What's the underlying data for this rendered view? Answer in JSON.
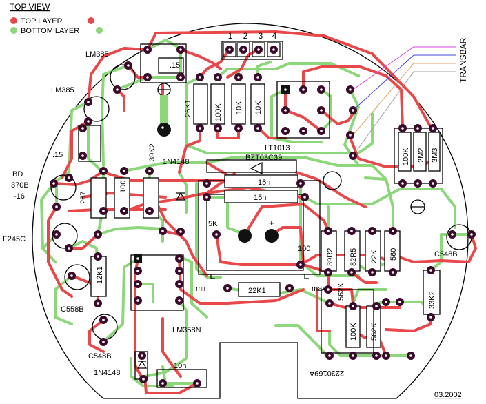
{
  "legend": {
    "title": "TOP VIEW",
    "top_layer": "TOP LAYER",
    "bottom_layer": "BOTTOM LAYER",
    "top_color": "#e8484a",
    "bottom_color": "#8cd77a"
  },
  "connector_pins": [
    "1",
    "2",
    "3",
    "4"
  ],
  "transbar_label": "TRANSBAR",
  "wire_colors": [
    "#e040e0",
    "#4040e0",
    "#e0a060",
    "#a0a0a0"
  ],
  "date": "03.2002",
  "part_number": "2230169A",
  "labels": {
    "lm385_a": "LM385",
    "lm385_b": "LM385",
    "cap_015_a": ".15",
    "cap_015_b": ".15",
    "r_26k1": "26K1",
    "r_100k_a": "100K",
    "r_10k_a": "10K",
    "r_10k_b": "10K",
    "lt1013": "LT1013",
    "bd_l1": "BD",
    "bd_l2": "370B",
    "bd_l3": "-16",
    "r_267": "267",
    "r_100_a": "100",
    "r_39k2": "39K2",
    "d_1n4148_a": "1N4148",
    "zener": "BZT03C39",
    "c_15n_a": "15n",
    "c_15n_b": "15n",
    "r_100k_b": "100K",
    "r_2m2": "2M2",
    "r_3m3": "3M3",
    "f245c": "F245C",
    "pot_5k": "5K",
    "plus": "+",
    "r_100_b": "100",
    "r_39r2": "39R2",
    "r_82r5": "82R5",
    "r_22k": "22K",
    "r_560": "560",
    "c548b_a": "C548B",
    "r_12k1": "12K1",
    "min": "min",
    "max": "max",
    "r_22k1": "22K1",
    "r_562k_a": "562K",
    "r_100k_c": "100K",
    "r_562k_b": "562K",
    "r_33k2": "33K2",
    "c558b": "C558B",
    "c548b_b": "C548B",
    "lm358n": "LM358N",
    "d_1n4148_b": "1N4148",
    "c_10n": "10n"
  }
}
